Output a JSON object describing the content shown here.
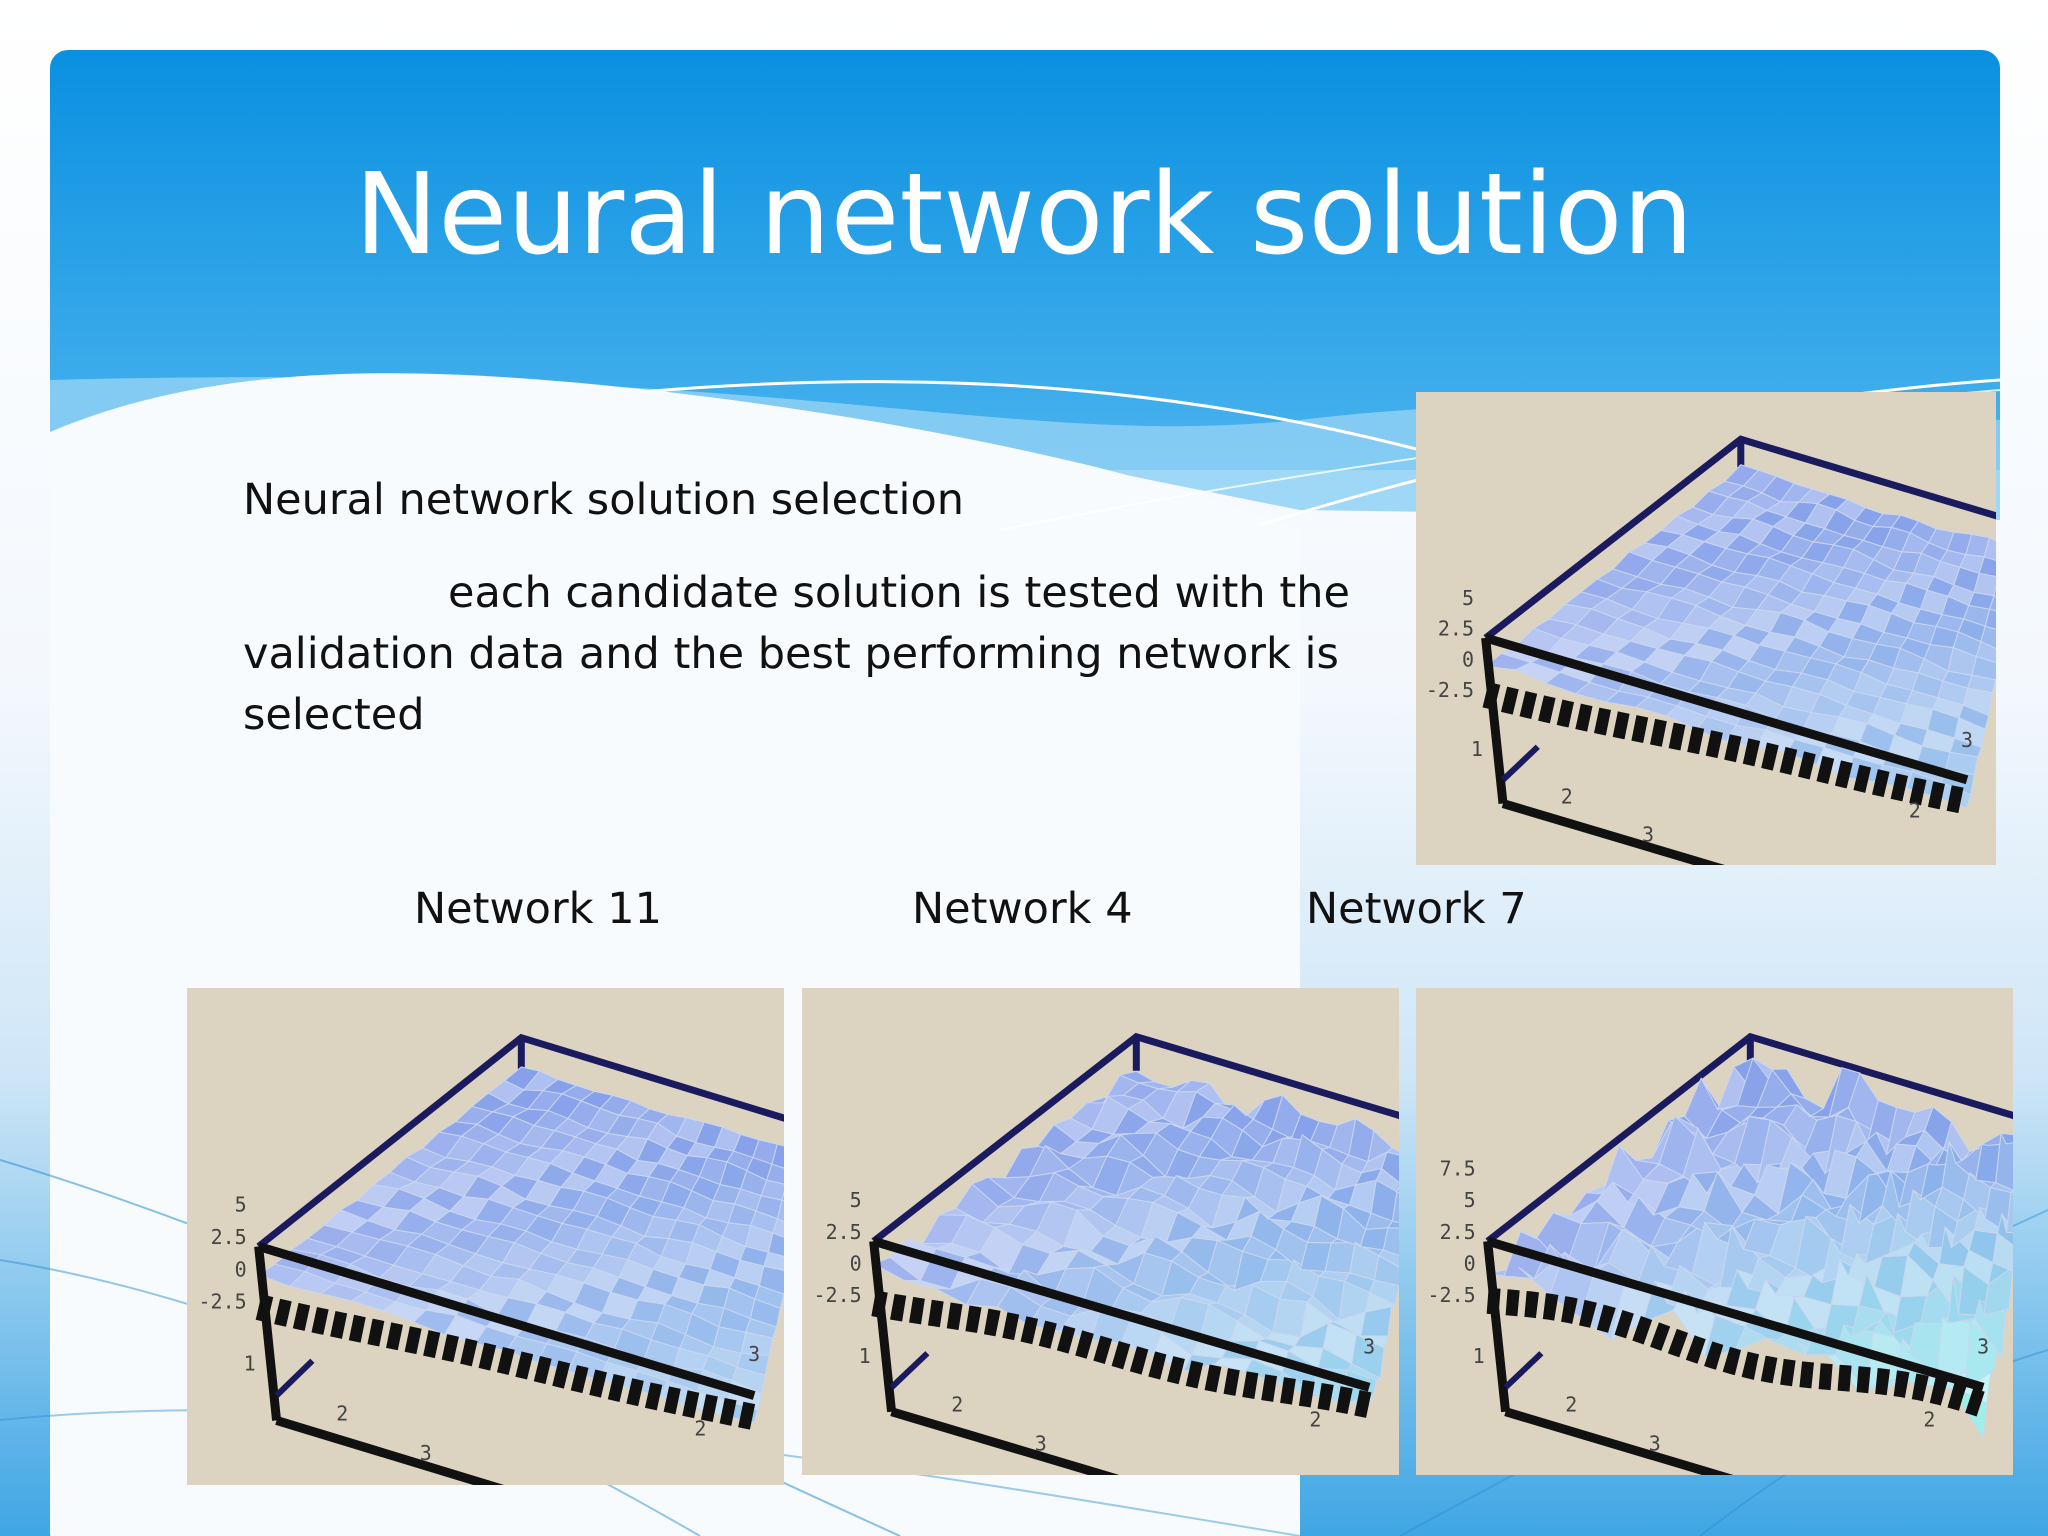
{
  "slide": {
    "title": "Neural network solution",
    "heading": "Neural network solution selection",
    "paragraph": "each candidate solution is tested  with the validation data and the  best performing network is selected"
  },
  "plots": [
    {
      "id": "top-right",
      "label": "",
      "z_ticks": [
        "5",
        "2.5",
        "0",
        "-2.5"
      ],
      "x_ticks": [
        "1",
        "2",
        "3"
      ],
      "y_ticks": [
        "3",
        "2"
      ]
    },
    {
      "id": "network-11",
      "label": "Network 11",
      "z_ticks": [
        "5",
        "2.5",
        "0",
        "-2.5"
      ],
      "x_ticks": [
        "1",
        "2",
        "3"
      ],
      "y_ticks": [
        "3",
        "2"
      ]
    },
    {
      "id": "network-4",
      "label": "Network 4",
      "z_ticks": [
        "5",
        "2.5",
        "0",
        "-2.5"
      ],
      "x_ticks": [
        "1",
        "2",
        "3"
      ],
      "y_ticks": [
        "3",
        "2"
      ]
    },
    {
      "id": "network-7",
      "label": "Network 7",
      "z_ticks": [
        "7.5",
        "5",
        "2.5",
        "0",
        "-2.5"
      ],
      "x_ticks": [
        "1",
        "2",
        "3"
      ],
      "y_ticks": [
        "3",
        "2"
      ]
    }
  ],
  "colors": {
    "header_blue": "#1a9be3",
    "plot_background": "#dcd4c0",
    "surface": "#a9c4f2",
    "frame": "#1a1a5e"
  }
}
